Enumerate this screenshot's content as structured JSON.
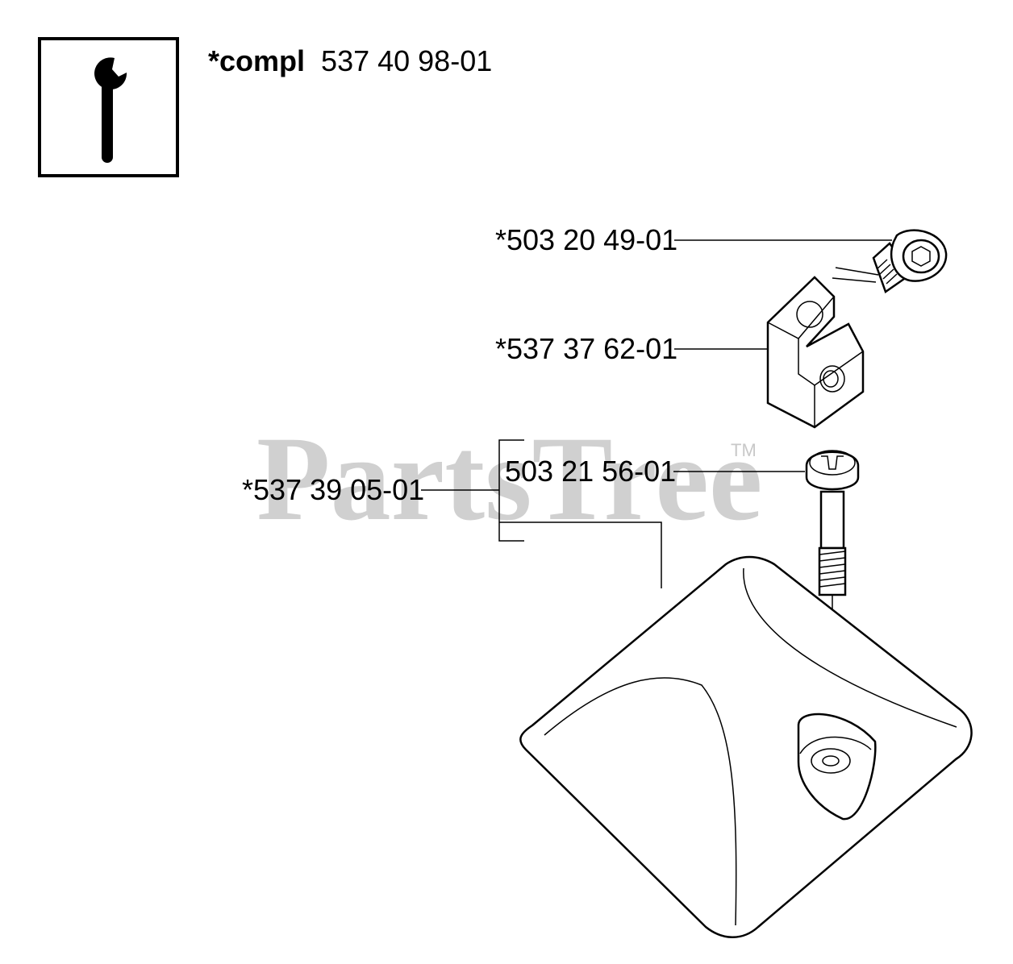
{
  "kit": {
    "prefix": "*compl",
    "number": "537 40 98-01",
    "icon": "wrench-icon"
  },
  "parts": [
    {
      "id": "screw-top",
      "label": "*503 20 49-01"
    },
    {
      "id": "bracket",
      "label": "*537 37 62-01"
    },
    {
      "id": "screw-handle",
      "label": "503 21 56-01"
    },
    {
      "id": "handle-assembly",
      "label": "*537 39 05-01"
    }
  ],
  "watermark": {
    "text": "PartsTree",
    "trademark": "TM"
  }
}
